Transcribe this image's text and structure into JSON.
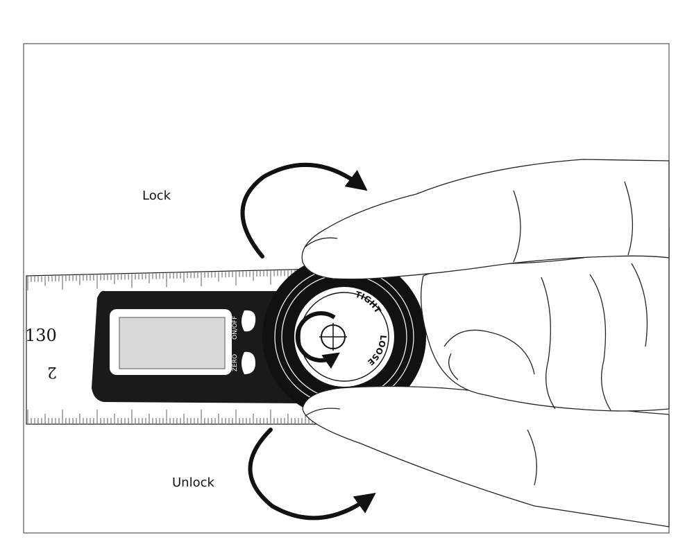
{
  "labels": {
    "lock": "Lock",
    "unlock": "Unlock"
  },
  "ruler": {
    "number_top": "130",
    "number_bottom": "2"
  },
  "device": {
    "button_top_label": "ON/OFF",
    "button_bottom_label": "ZERO",
    "knob_text_top": "TIGHT",
    "knob_text_bottom": "LOOSE"
  },
  "colors": {
    "ink": "#111111",
    "device_body": "#1a1a1a",
    "screen": "#d9d9d9",
    "paper": "#ffffff"
  },
  "icons": [
    "arrow-clockwise-lock-icon",
    "arrow-clockwise-unlock-icon",
    "crosshair-icon"
  ]
}
